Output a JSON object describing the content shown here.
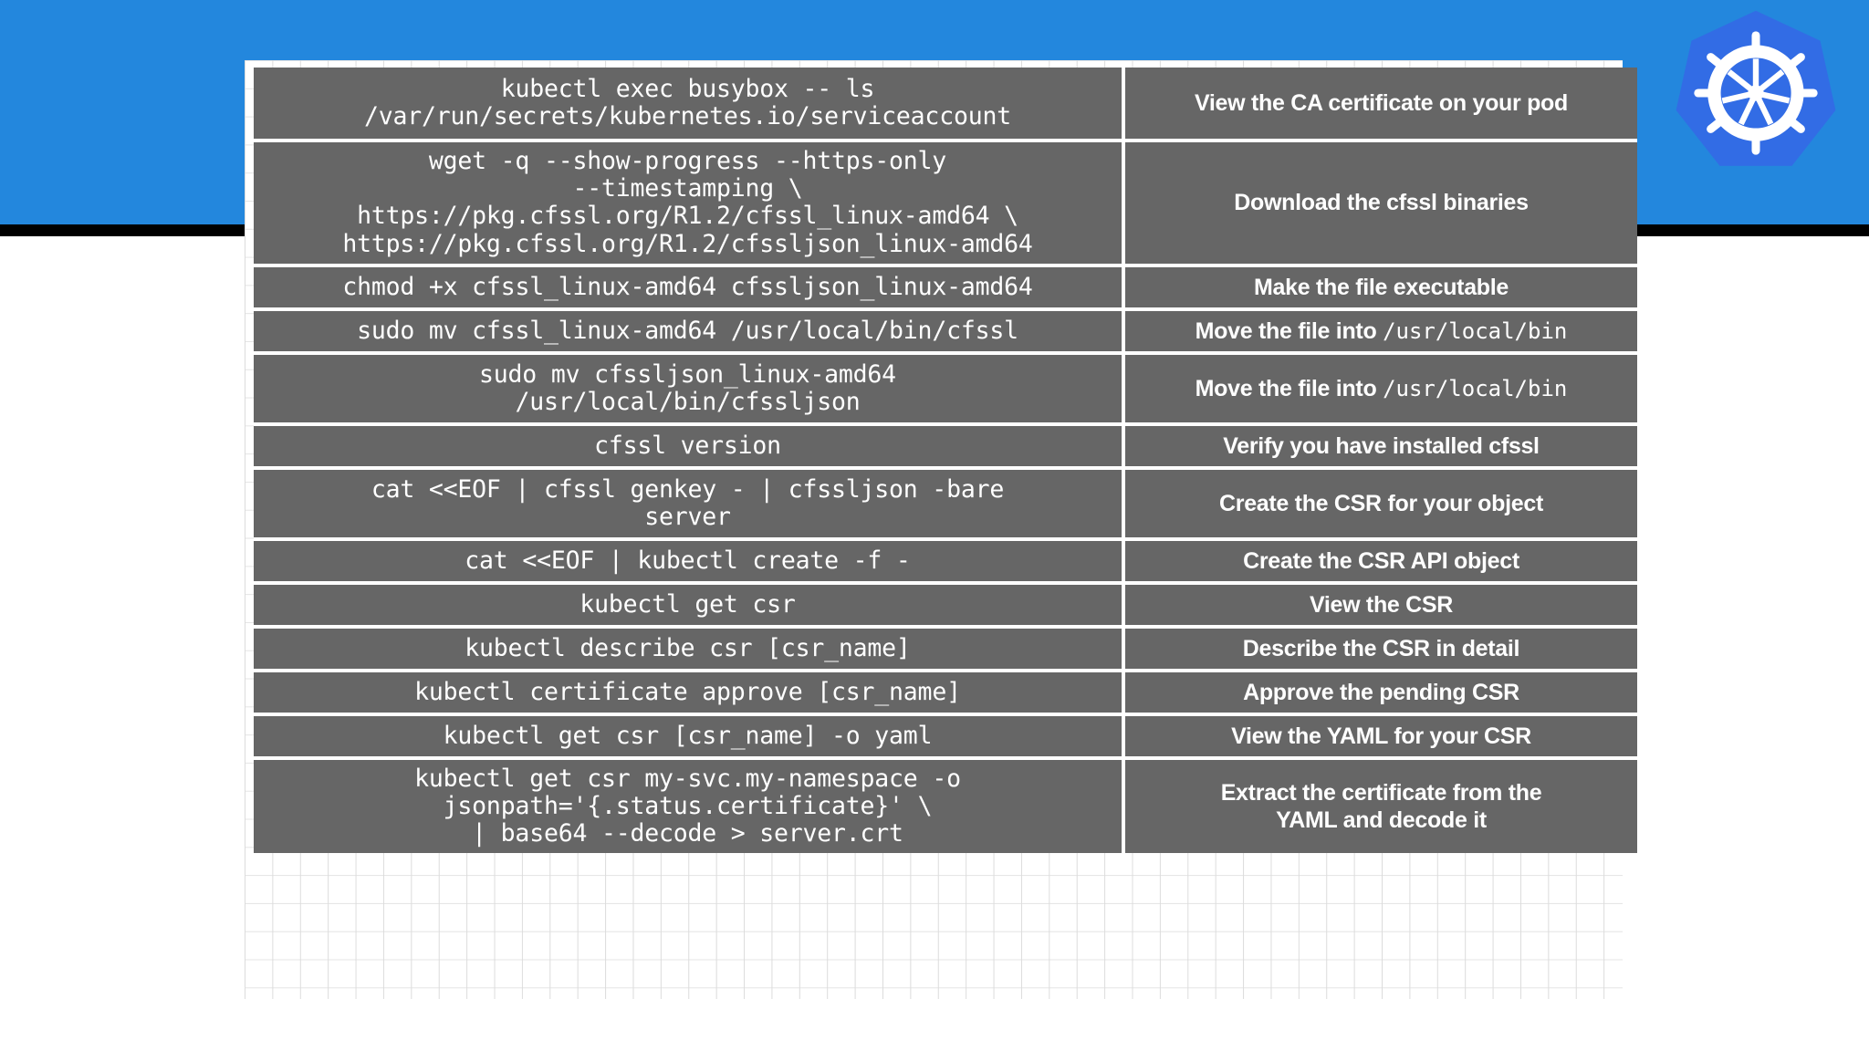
{
  "banner": {
    "blue_color": "#2387dd",
    "black_color": "#000000"
  },
  "logo": {
    "name": "kubernetes-logo",
    "hex_color": "#326ce5",
    "wheel_color": "#ffffff"
  },
  "table": {
    "cell_background": "#666666",
    "text_color": "#ffffff",
    "columns": [
      "command",
      "description"
    ],
    "rows": [
      {
        "command": "kubectl exec busybox -- ls\n/var/run/secrets/kubernetes.io/serviceaccount",
        "description": "View the CA certificate on your pod",
        "desc_plain": "",
        "desc_mono": ""
      },
      {
        "command": "wget -q --show-progress --https-only\n--timestamping \\\nhttps://pkg.cfssl.org/R1.2/cfssl_linux-amd64 \\\nhttps://pkg.cfssl.org/R1.2/cfssljson_linux-amd64",
        "description": "Download the cfssl binaries",
        "desc_plain": "",
        "desc_mono": ""
      },
      {
        "command": "chmod +x cfssl_linux-amd64 cfssljson_linux-amd64",
        "description": "Make the file executable",
        "desc_plain": "",
        "desc_mono": ""
      },
      {
        "command": "sudo mv cfssl_linux-amd64 /usr/local/bin/cfssl",
        "description": "Move the file into /usr/local/bin",
        "desc_plain": "Move the file into ",
        "desc_mono": "/usr/local/bin"
      },
      {
        "command": "sudo mv cfssljson_linux-amd64\n/usr/local/bin/cfssljson",
        "description": "Move the file into /usr/local/bin",
        "desc_plain": "Move the file into ",
        "desc_mono": "/usr/local/bin"
      },
      {
        "command": "cfssl version",
        "description": "Verify you have installed cfssl",
        "desc_plain": "",
        "desc_mono": ""
      },
      {
        "command": "cat <<EOF | cfssl genkey - | cfssljson -bare\nserver",
        "description": "Create the CSR for your object",
        "desc_plain": "",
        "desc_mono": ""
      },
      {
        "command": "cat <<EOF | kubectl create -f -",
        "description": "Create the CSR  API object",
        "desc_plain": "",
        "desc_mono": ""
      },
      {
        "command": "kubectl get csr",
        "description": "View the CSR",
        "desc_plain": "",
        "desc_mono": ""
      },
      {
        "command": "kubectl describe csr [csr_name]",
        "description": "Describe the CSR in detail",
        "desc_plain": "",
        "desc_mono": ""
      },
      {
        "command": "kubectl certificate approve [csr_name]",
        "description": "Approve the pending CSR",
        "desc_plain": "",
        "desc_mono": ""
      },
      {
        "command": "kubectl get csr [csr_name] -o yaml",
        "description": "View the YAML for your CSR",
        "desc_plain": "",
        "desc_mono": ""
      },
      {
        "command": "kubectl get csr my-svc.my-namespace -o\njsonpath='{.status.certificate}' \\\n| base64 --decode > server.crt",
        "description": "Extract the certificate from the\nYAML and decode it",
        "desc_plain": "",
        "desc_mono": ""
      }
    ]
  }
}
